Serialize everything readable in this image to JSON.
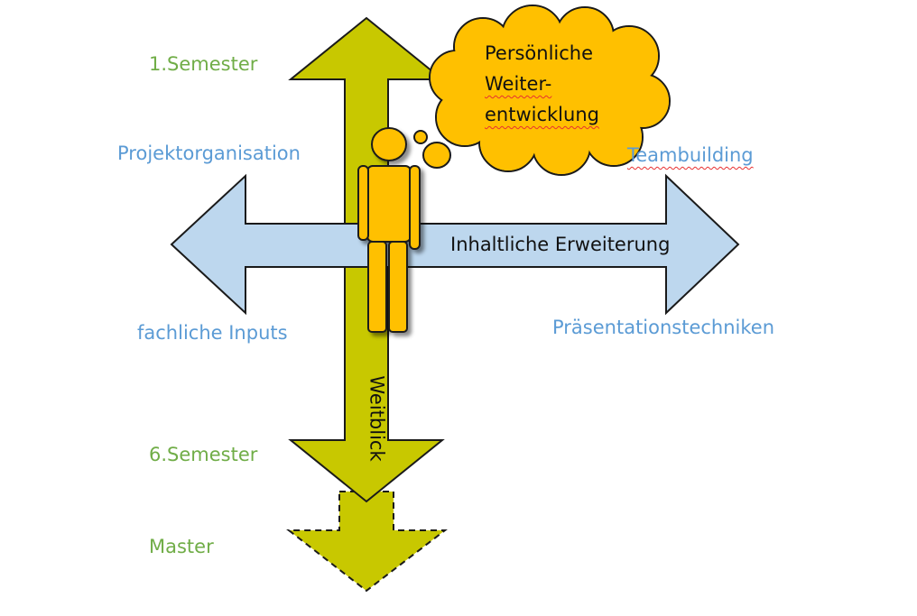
{
  "diagram": {
    "colors": {
      "vertical_arrow": "#c8c800",
      "horizontal_arrow": "#bdd7ee",
      "person": "#ffc000",
      "thought_cloud": "#ffc000",
      "outline": "#1a1a1a",
      "green_label": "#70ad47",
      "blue_label": "#5b9bd5"
    },
    "vertical_axis": {
      "top_label": "1.Semester",
      "bottom_label": "6.Semester",
      "extension_label": "Master",
      "arrow_text": "Weitblick"
    },
    "horizontal_axis": {
      "arrow_text": "Inhaltliche Erweiterung"
    },
    "quadrant_labels": {
      "top_left": "Projektorganisation",
      "top_right": "Teambuilding",
      "bottom_left": "fachliche Inputs",
      "bottom_right": "Präsentationstechniken"
    },
    "thought_bubble": {
      "lines": [
        "Persönliche",
        "Weiter-",
        "entwicklung"
      ]
    },
    "icons": {
      "person": "person-figure-icon",
      "thought": "thought-cloud-icon"
    }
  }
}
